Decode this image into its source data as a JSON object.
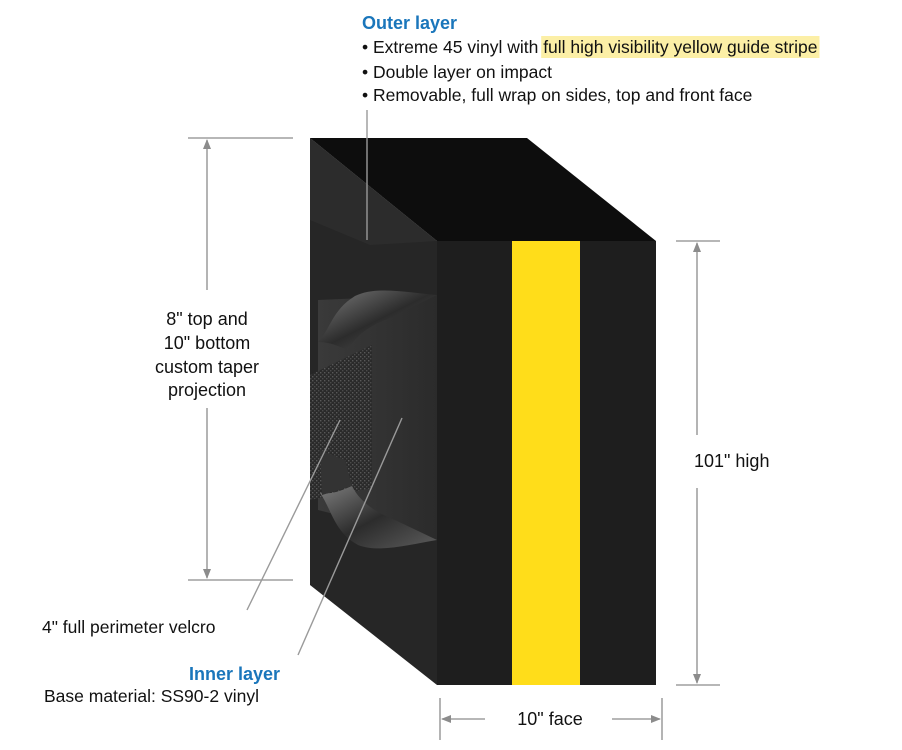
{
  "outer_layer": {
    "title": "Outer layer",
    "bullets": [
      {
        "prefix": "• Extreme 45 vinyl with ",
        "highlight": "full high visibility yellow guide stripe"
      },
      {
        "prefix": "• Double layer on impact",
        "highlight": ""
      },
      {
        "prefix": "• Removable, full wrap on sides, top and front face",
        "highlight": ""
      }
    ]
  },
  "left_dimension": {
    "lines": [
      "8\" top and",
      "10\" bottom",
      "custom taper",
      "projection"
    ]
  },
  "right_dimension": {
    "label": "101\" high"
  },
  "bottom_dimension": {
    "label": "10\" face"
  },
  "velcro": {
    "label": "4\" full perimeter velcro"
  },
  "inner_layer": {
    "title": "Inner layer",
    "detail": "Base material: SS90-2 vinyl"
  },
  "colors": {
    "heading_blue": "#1a76bb",
    "highlight_yellow": "#fcefa6",
    "stripe_yellow": "#ffdd1a",
    "body_black": "#1e1e1e",
    "line_gray": "#8c8c8c"
  }
}
